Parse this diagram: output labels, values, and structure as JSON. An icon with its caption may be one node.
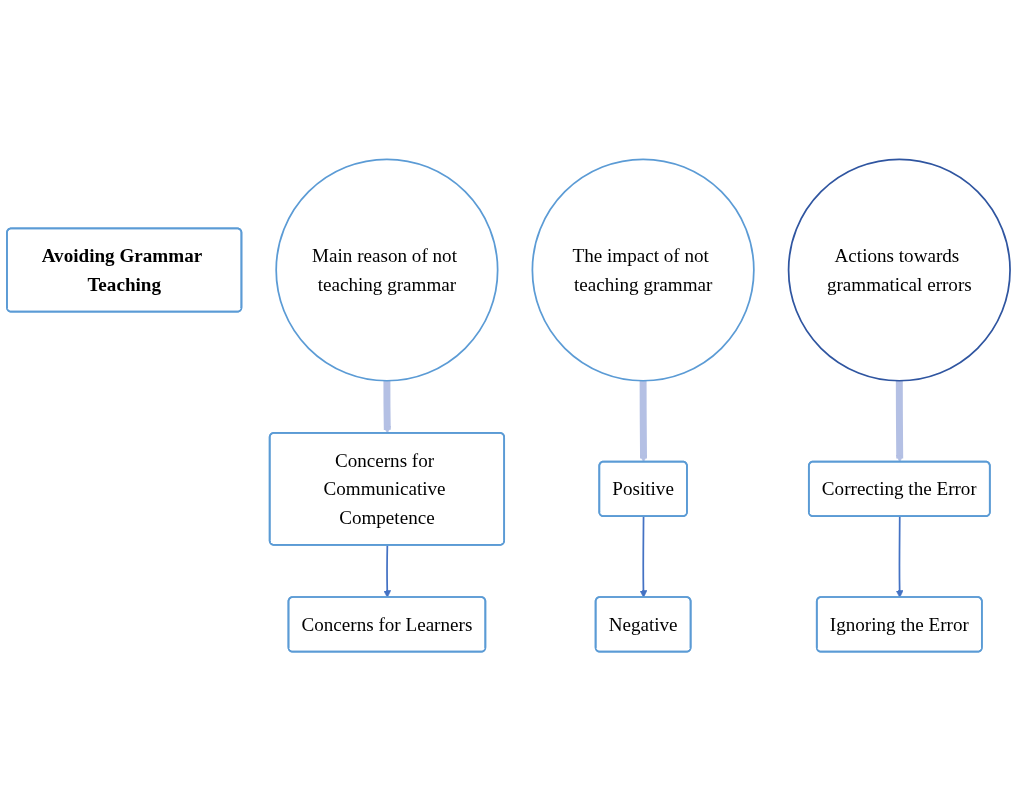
{
  "diagram": {
    "nodes": [
      {
        "text": [
          "Avoiding Grammar Teaching"
        ]
      },
      {
        "text": [
          "Main reason of not teaching grammar"
        ]
      },
      {
        "text": [
          "The impact of not teaching grammar"
        ]
      },
      {
        "text": [
          "Actions towards grammatical errors"
        ]
      },
      {
        "text": [
          "Concerns for Communicative Competence"
        ]
      },
      {
        "text": [
          "Positive"
        ]
      },
      {
        "text": [
          "Correcting the Error"
        ]
      },
      {
        "text": [
          "Concerns for Learners"
        ]
      },
      {
        "text": [
          "Negative"
        ]
      },
      {
        "text": [
          "Ignoring the Error"
        ]
      }
    ],
    "edges": [
      {
        "from": 1,
        "to": 4,
        "arrow": "to",
        "style": "thick",
        "color": "#b4c0e4"
      },
      {
        "from": 2,
        "to": 5,
        "arrow": "to",
        "style": "thick",
        "color": "#b4c0e4"
      },
      {
        "from": 3,
        "to": 6,
        "arrow": "to",
        "style": "thick",
        "color": "#b4c0e4"
      },
      {
        "from": 4,
        "to": 7,
        "arrow": "to",
        "color": "#4472c4"
      },
      {
        "from": 5,
        "to": 8,
        "arrow": "to",
        "color": "#4472c4"
      },
      {
        "from": 6,
        "to": 9,
        "arrow": "to",
        "color": "#4472c4"
      }
    ]
  }
}
